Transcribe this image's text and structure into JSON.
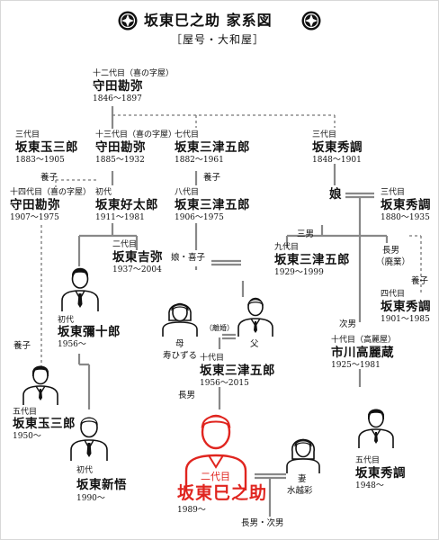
{
  "header": {
    "title": "坂東巳之助 家系図",
    "subtitle": "［屋号・大和屋］",
    "left_crest": "family-crest-icon",
    "right_crest": "family-crest-icon"
  },
  "colors": {
    "accent": "#e0251f",
    "line": "#888888",
    "text": "#111111"
  },
  "people": {
    "kanya12": {
      "gen": "十二代目（喜の字屋）",
      "name": "守田勘弥",
      "years": "1846～1897"
    },
    "tamasaburo3": {
      "gen": "三代目",
      "name": "坂東玉三郎",
      "years": "1883～1905"
    },
    "kanya13": {
      "gen": "十三代目（喜の字屋）",
      "name": "守田勘弥",
      "years": "1885～1932"
    },
    "mitsugoro7": {
      "gen": "七代目",
      "name": "坂東三津五郎",
      "years": "1882～1961"
    },
    "shucho3": {
      "gen": "三代目",
      "name": "坂東秀調",
      "years": "1848～1901"
    },
    "kanya14": {
      "gen": "十四代目（喜の字屋）",
      "name": "守田勘弥",
      "years": "1907～1975"
    },
    "yoshitaro1": {
      "gen": "初代",
      "name": "坂東好太郎",
      "years": "1911～1981"
    },
    "mitsugoro8": {
      "gen": "八代目",
      "name": "坂東三津五郎",
      "years": "1906～1975"
    },
    "musume": {
      "name": "娘"
    },
    "shucho3b": {
      "gen": "三代目",
      "name": "坂東秀調",
      "years": "1880～1935"
    },
    "kichiya2": {
      "gen": "二代目",
      "name": "坂東吉弥",
      "years": "1937～2004"
    },
    "mitsugoro9": {
      "gen": "九代目",
      "name": "坂東三津五郎",
      "years": "1929～1999"
    },
    "eldest_retired": {
      "label": "長男",
      "note": "（廃業）"
    },
    "yajuro1": {
      "gen": "初代",
      "name": "坂東彌十郎",
      "years": "1956～"
    },
    "shucho4": {
      "gen": "四代目",
      "name": "坂東秀調",
      "years": "1901～1985"
    },
    "mother": {
      "label": "母",
      "name": "寿ひずる"
    },
    "father": {
      "label": "父"
    },
    "koraizo10": {
      "gen": "十代目（高麗屋）",
      "name": "市川高麗蔵",
      "years": "1925～1981"
    },
    "mitsugoro10": {
      "gen": "十代目",
      "name": "坂東三津五郎",
      "years": "1956～2015"
    },
    "tamasaburo5": {
      "gen": "五代目",
      "name": "坂東玉三郎",
      "years": "1950～"
    },
    "shingo1": {
      "gen": "初代",
      "name": "坂東新悟",
      "years": "1990～"
    },
    "minosuke2": {
      "gen": "二代目",
      "name": "坂東巳之助",
      "years": "1989～"
    },
    "wife": {
      "label": "妻",
      "name": "水越彩"
    },
    "shucho5": {
      "gen": "五代目",
      "name": "坂東秀調",
      "years": "1948～"
    }
  },
  "relations": {
    "adopted_1": "養子",
    "adopted_2": "養子",
    "adopted_3": "養子",
    "adopted_4": "養子",
    "daughter_kiko": "娘・喜子",
    "third_son": "三男",
    "second_son": "次男",
    "eldest_son": "長男",
    "divorce": "（離婚）",
    "children": "長男・次男"
  }
}
